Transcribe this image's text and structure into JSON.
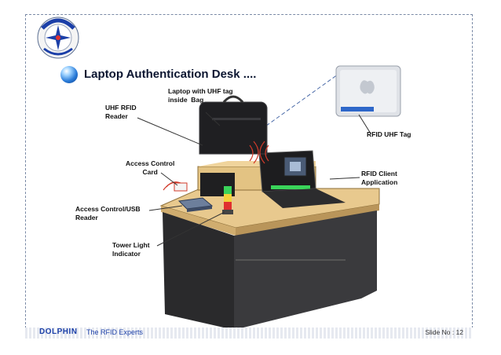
{
  "title": "Laptop Authentication Desk ....",
  "labels": {
    "laptop_tag": "Laptop with UHF tag\ninside  Bag",
    "uhf_reader": "UHF RFID\nReader",
    "rfid_uhf_tag": "RFID UHF Tag",
    "access_card": "Access Control\nCard",
    "client_app": "RFID Client\nApplication",
    "access_reader": "Access Control/USB\nReader",
    "tower_light": "Tower Light\nIndicator"
  },
  "footer": {
    "brand": "DOLPHIN",
    "tagline": "The RFID Experts",
    "slide_no": "Slide No : 12"
  },
  "colors": {
    "desk_top": "#e8c98e",
    "desk_body": "#2a2a2c",
    "brand_blue": "#1b3fa8"
  }
}
